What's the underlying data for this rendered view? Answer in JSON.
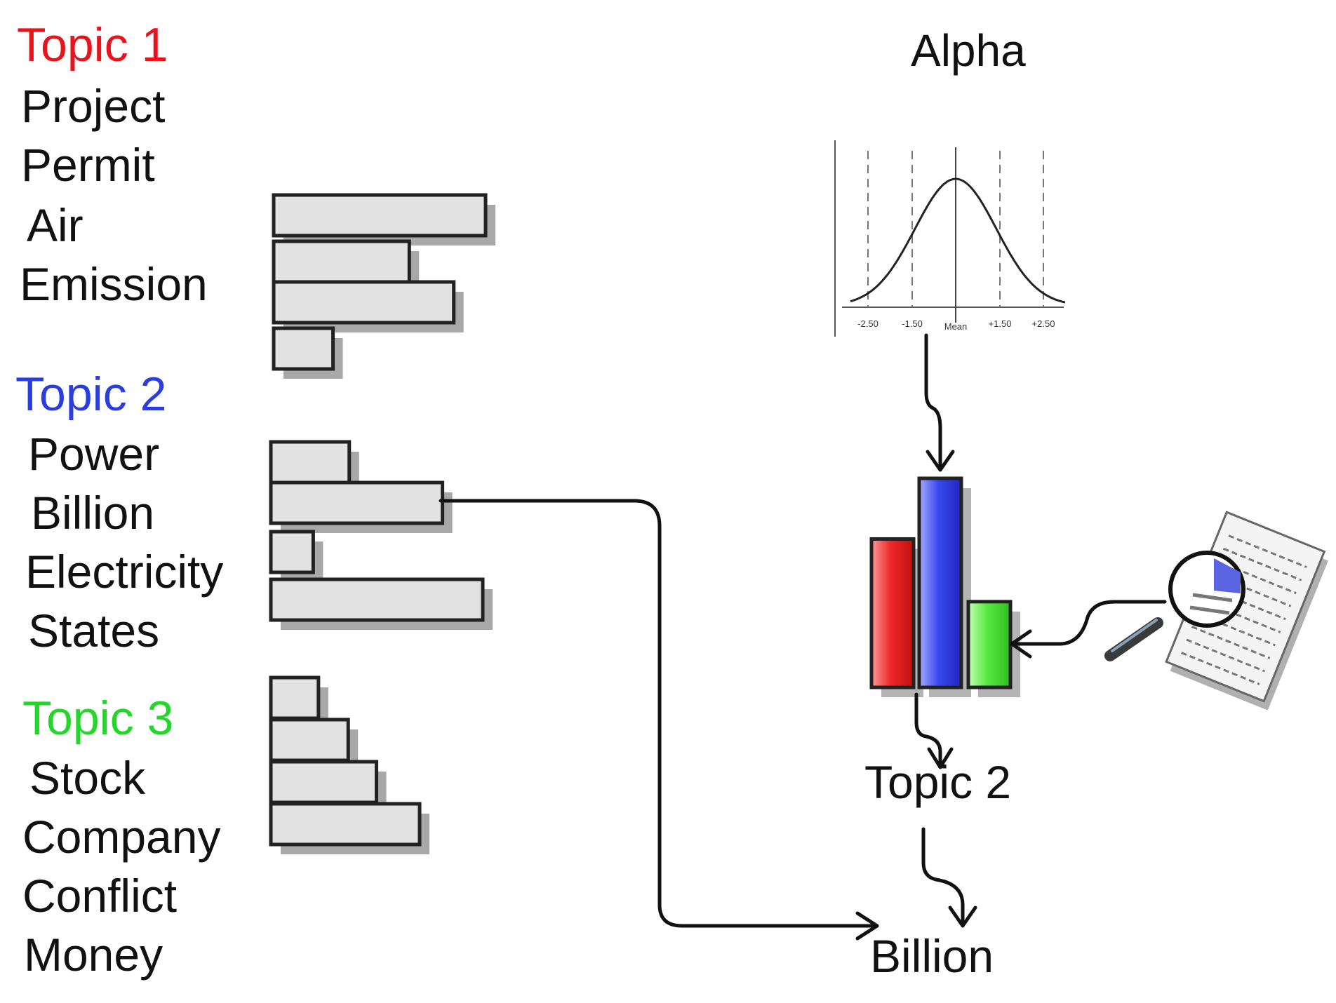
{
  "topics": [
    {
      "title": "Topic 1",
      "color": "#e8141c",
      "words": [
        "Project",
        "Permit",
        "Air",
        "Emission"
      ],
      "weights": [
        1.0,
        0.64,
        0.85,
        0.28
      ]
    },
    {
      "title": "Topic 2",
      "color": "#2a3ee0",
      "words": [
        "Power",
        "Billion",
        "Electricity",
        "States"
      ],
      "weights": [
        0.37,
        0.81,
        0.2,
        1.0
      ]
    },
    {
      "title": "Topic 3",
      "color": "#22d62a",
      "words": [
        "Stock",
        "Company",
        "Conflict",
        "Money"
      ],
      "weights": [
        0.32,
        0.52,
        0.71,
        1.0
      ]
    }
  ],
  "right": {
    "alpha_label": "Alpha",
    "topic_label": "Topic 2",
    "word_label": "Billion"
  },
  "normal_curve": {
    "tick_labels": [
      "-2.50",
      "-1.50",
      "Mean",
      "+1.50",
      "+2.50"
    ]
  },
  "mixture_bars": [
    {
      "color": "#e83030",
      "weight": 0.71
    },
    {
      "color": "#3a48ee",
      "weight": 1.0
    },
    {
      "color": "#57e840",
      "weight": 0.41
    }
  ],
  "colors": {
    "bar_fill": "#e2e2e2",
    "bar_stroke": "#222222",
    "shadow": "#a8a8a8"
  }
}
